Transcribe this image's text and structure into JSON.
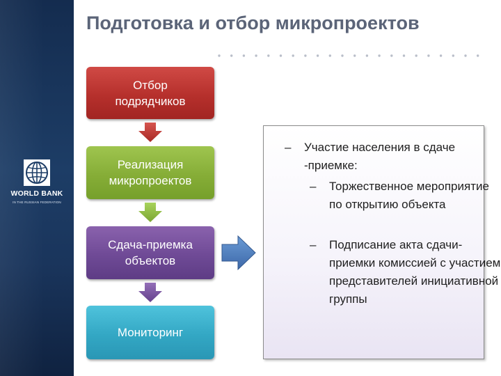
{
  "title": "Подготовка и отбор микропроектов",
  "logo": {
    "name": "WORLD BANK",
    "tagline": "IN THE RUSSIAN FEDERATION"
  },
  "flow": [
    {
      "line1": "Отбор",
      "line2": "подрядчиков",
      "color": "#b6302c"
    },
    {
      "line1": "Реализация",
      "line2": "микропроектов",
      "color": "#86ad37"
    },
    {
      "line1": "Сдача-приемка",
      "line2": "объектов",
      "color": "#6f4a96"
    },
    {
      "line1": "Мониторинг",
      "line2": "",
      "color": "#33a7c4"
    }
  ],
  "details": {
    "dash": "–",
    "item1": {
      "text": "Участие населения в сдаче -приемке:"
    },
    "item2": {
      "text": "Торжественное мероприятие по открытию объекта"
    },
    "item3": {
      "text": "Подписание акта сдачи-приемки комиссией с участием представителей инициативной группы"
    }
  },
  "colors": {
    "sidebar": "#1d3d66",
    "title": "#5b6478",
    "arrow_red": "#c8403b",
    "arrow_green": "#8fbc3f",
    "arrow_purple": "#7a56a0",
    "arrow_blue": "#4a78b8"
  }
}
